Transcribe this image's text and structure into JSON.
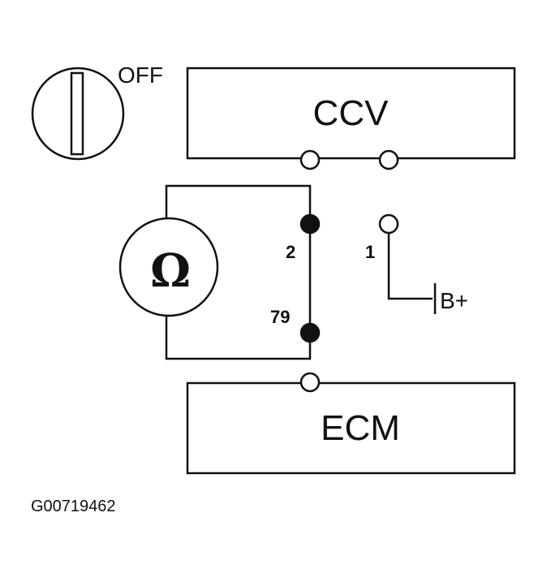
{
  "ignition": {
    "state_label": "OFF"
  },
  "ccv": {
    "label": "CCV"
  },
  "ecm": {
    "label": "ECM"
  },
  "ohmmeter": {
    "symbol": "Ω"
  },
  "pins": {
    "pin_2": "2",
    "pin_79": "79",
    "pin_1": "1"
  },
  "supply": {
    "label": "B+"
  },
  "figure_code": "G00719462",
  "colors": {
    "line": "#111111",
    "background": "#ffffff"
  }
}
